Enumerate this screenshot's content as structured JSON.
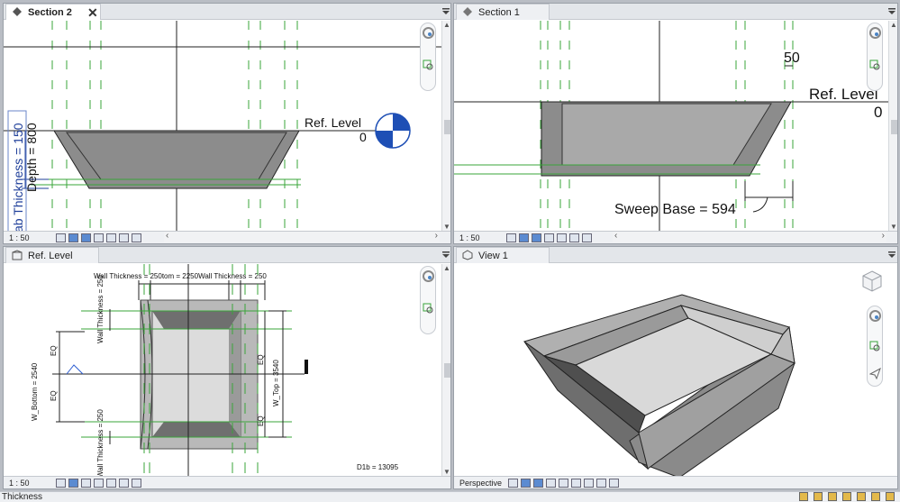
{
  "views": {
    "section2": {
      "tab": "Section 2",
      "close": "✕",
      "scale": "1 : 50",
      "labels": {
        "ref_level": "Ref. Level",
        "ref_value": "0",
        "slab_thickness": "ab Thickness = 150",
        "depth": "Depth = 800"
      }
    },
    "section1": {
      "tab": "Section 1",
      "scale": "1 : 50",
      "labels": {
        "dim_50": "50",
        "ref_level": "Ref. Level",
        "ref_value": "0",
        "sweep_base": "Sweep Base = 594"
      }
    },
    "reflevel": {
      "tab": "Ref. Level",
      "scale": "1 : 50",
      "labels": {
        "top_dims": "Wall Thickness = 250tom = 2250Wall Thickness = 250",
        "wall_thickness_left_top": "Wall Thickness = 250",
        "wall_thickness_left_bottom": "Wall Thickness = 250",
        "w_bottom": "W_Bottom = 2540",
        "eq1": "EQ",
        "eq2": "EQ",
        "eq3": "EQ",
        "eq4": "EQ",
        "w_top": "W_Top = 3540",
        "d1b": "D1b = 13095"
      }
    },
    "view1": {
      "tab": "View 1",
      "scale": "Perspective"
    }
  },
  "status": {
    "text": "Thickness"
  },
  "colors": {
    "green_ref": "#3aa53a",
    "fill_gray": "#8c8c8c",
    "dim_blue": "#1f3f9a",
    "level_blue": "#1e4fb5"
  }
}
